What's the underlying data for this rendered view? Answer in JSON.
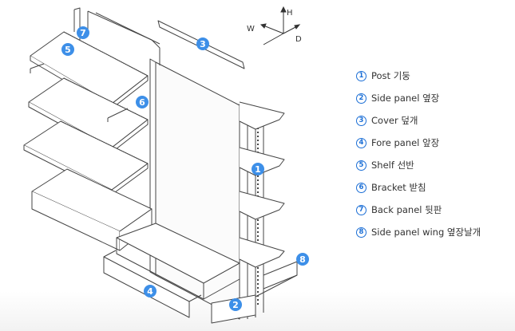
{
  "axes": {
    "h": "H",
    "w": "W",
    "d": "D"
  },
  "badges": [
    "1",
    "2",
    "3",
    "4",
    "5",
    "6",
    "7",
    "8"
  ],
  "colors": {
    "accent": "#3d8fe8",
    "line": "#444444"
  },
  "legend": [
    {
      "num": "1",
      "label": "Post 기둥"
    },
    {
      "num": "2",
      "label": "Side panel 옆장"
    },
    {
      "num": "3",
      "label": "Cover 덮개"
    },
    {
      "num": "4",
      "label": "Fore panel 앞장"
    },
    {
      "num": "5",
      "label": "Shelf 선반"
    },
    {
      "num": "6",
      "label": "Bracket 받침"
    },
    {
      "num": "7",
      "label": "Back panel 뒷판"
    },
    {
      "num": "8",
      "label": "Side panel wing 옆장날개"
    }
  ]
}
